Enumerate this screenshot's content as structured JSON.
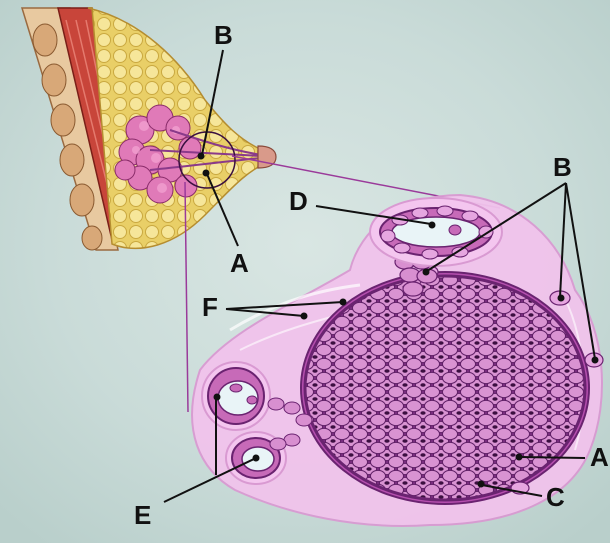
{
  "diagram": {
    "labels": {
      "top_b": "B",
      "top_a": "A",
      "right_b": "B",
      "d": "D",
      "f": "F",
      "e": "E",
      "right_a": "A",
      "c": "C"
    },
    "colors": {
      "background": "#cfe0dd",
      "tissue_pink": "#c76ab8",
      "cell_fill": "#d88fd0",
      "cell_outline": "#6a2370",
      "fat_yellow": "#f2e08a",
      "muscle_red": "#c8453a",
      "leader_line": "#111111"
    }
  }
}
